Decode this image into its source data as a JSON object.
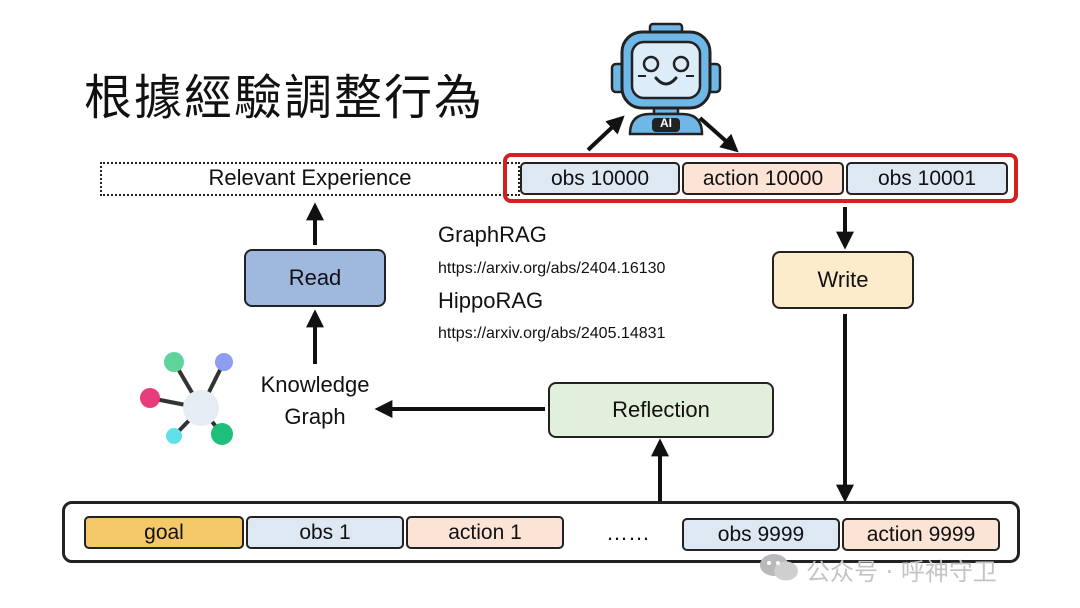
{
  "title": "根據經驗調整行為",
  "experience_label": "Relevant Experience",
  "current_step": {
    "obs_a": "obs 10000",
    "action": "action 10000",
    "obs_b": "obs 10001"
  },
  "robot": {
    "badge": "AI"
  },
  "read_label": "Read",
  "write_label": "Write",
  "reflection_label": "Reflection",
  "kg_label_line1": "Knowledge",
  "kg_label_line2": "Graph",
  "refs": {
    "graphrag_name": "GraphRAG",
    "graphrag_url": "https://arxiv.org/abs/2404.16130",
    "hipporag_name": "HippoRAG",
    "hipporag_url": "https://arxiv.org/abs/2405.14831"
  },
  "memory": {
    "goal": "goal",
    "obs1": "obs 1",
    "action1": "action 1",
    "ellipsis": "……",
    "obs9999": "obs 9999",
    "action9999": "action 9999"
  },
  "watermark": "公众号 · 呼神守卫",
  "colors": {
    "highlight_border": "#d42020",
    "read_fill": "#9fb9de",
    "write_fill": "#fdeccb",
    "reflection_fill": "#e2efda",
    "obs_fill": "#dde8f3",
    "action_fill": "#fbe3d6",
    "goal_fill": "#f5c96a"
  }
}
